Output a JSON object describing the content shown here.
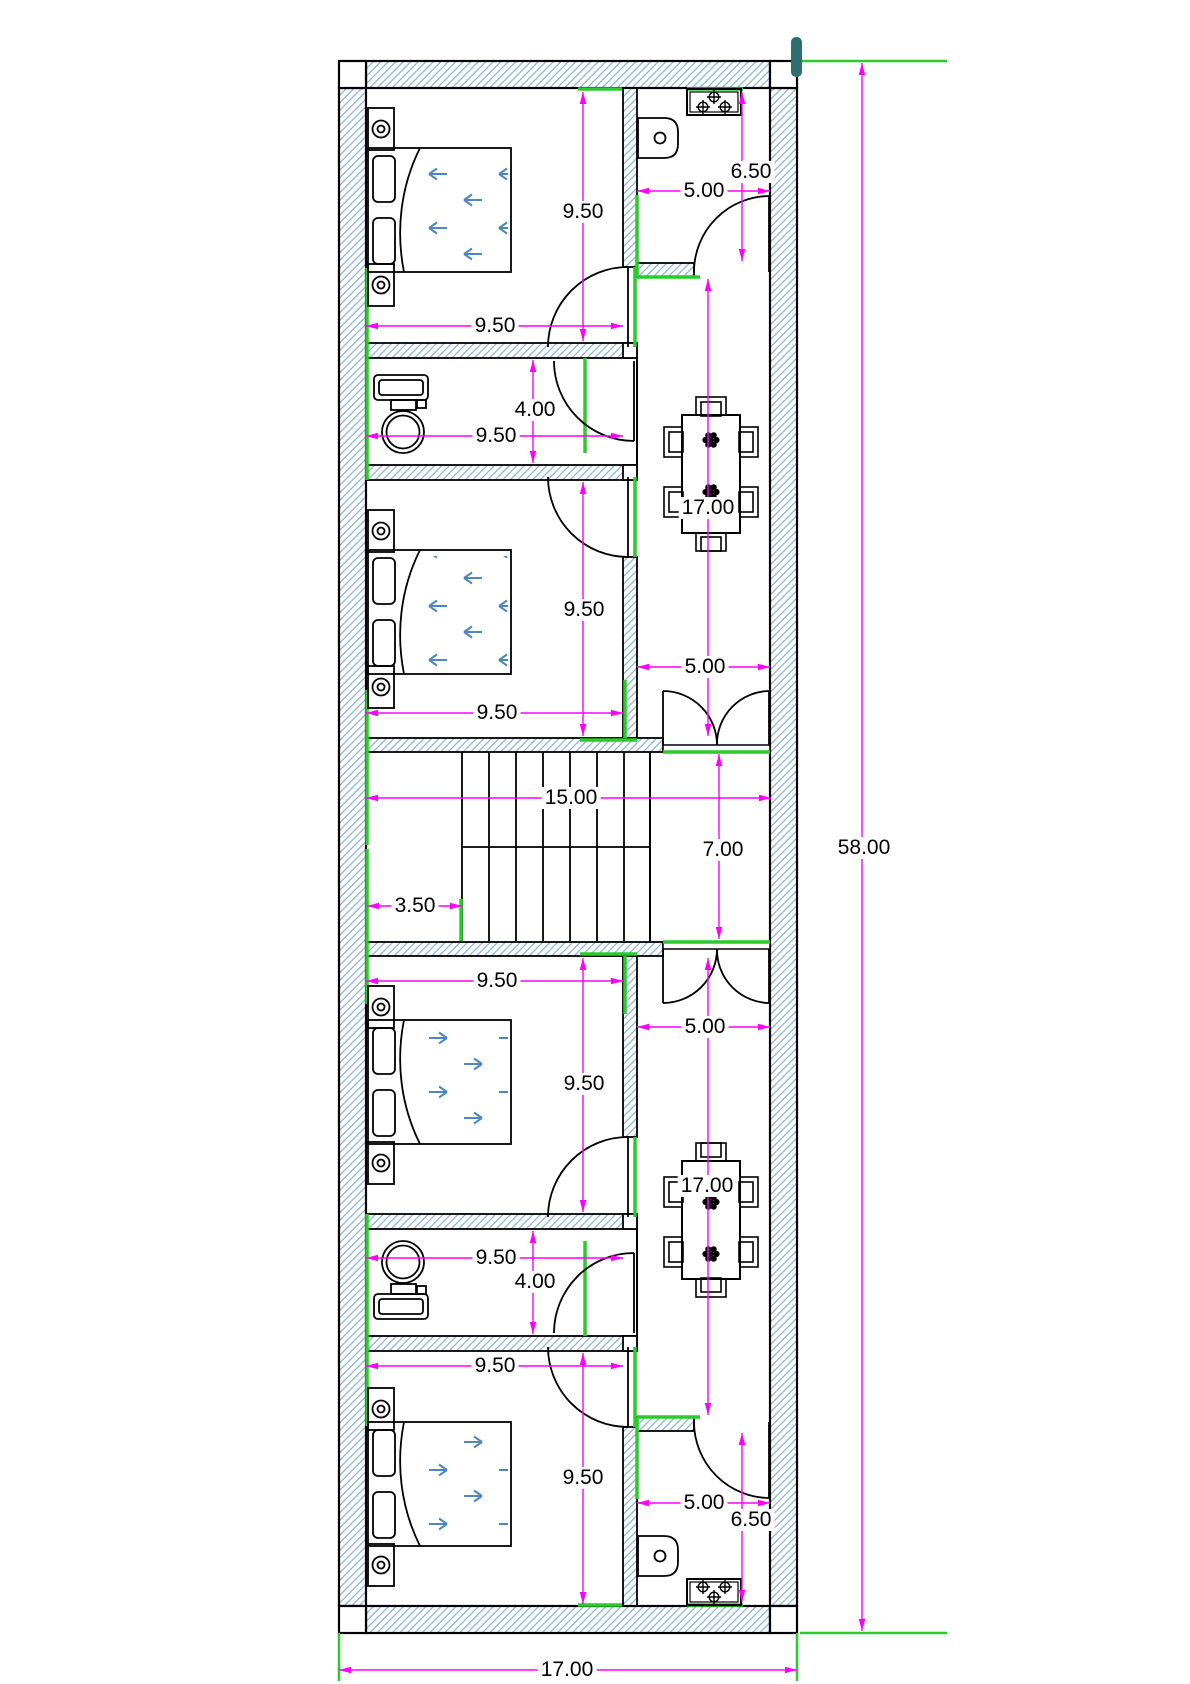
{
  "document": {
    "kind": "residential floor plan CAD drawing",
    "units_note": "",
    "overall": {
      "width": "17.00",
      "height": "58.00"
    }
  },
  "colors": {
    "background": "#ffffff",
    "wall_outline": "#000000",
    "wall_hatch_blue": "#8db3da",
    "dimension_magenta": "#ff00ff",
    "accent_green": "#2bcb2b",
    "bed_arrow_blue": "#4e86c0",
    "corner_marker_teal": "#2e6f6f"
  },
  "symbols": [
    "double-bed-icon",
    "nightstand-icon",
    "toilet-icon",
    "dining-table-icon",
    "chair-icon",
    "plant-icon",
    "stove-icon",
    "sink-icon",
    "door-swing-icon",
    "double-door-icon",
    "stairs-icon"
  ],
  "dims": {
    "bed1_height": "9.50",
    "kitchen1_height": "6.50",
    "kitchen1_width": "5.00",
    "bed1_width": "9.50",
    "toilet1_height": "4.00",
    "toilet1_width": "9.50",
    "living1_height": "17.00",
    "bed2_height": "9.50",
    "living1_width": "5.00",
    "bed2_width": "9.50",
    "stairs_width": "15.00",
    "hall_height": "7.00",
    "landing_width": "3.50",
    "total_height": "58.00",
    "bed3_width": "9.50",
    "living2_width": "5.00",
    "bed3_height": "9.50",
    "living2_height": "17.00",
    "toilet2_width": "9.50",
    "toilet2_height": "4.00",
    "bed4_width": "9.50",
    "bed4_height": "9.50",
    "kitchen2_width": "5.00",
    "kitchen2_height": "6.50",
    "total_width": "17.00"
  }
}
